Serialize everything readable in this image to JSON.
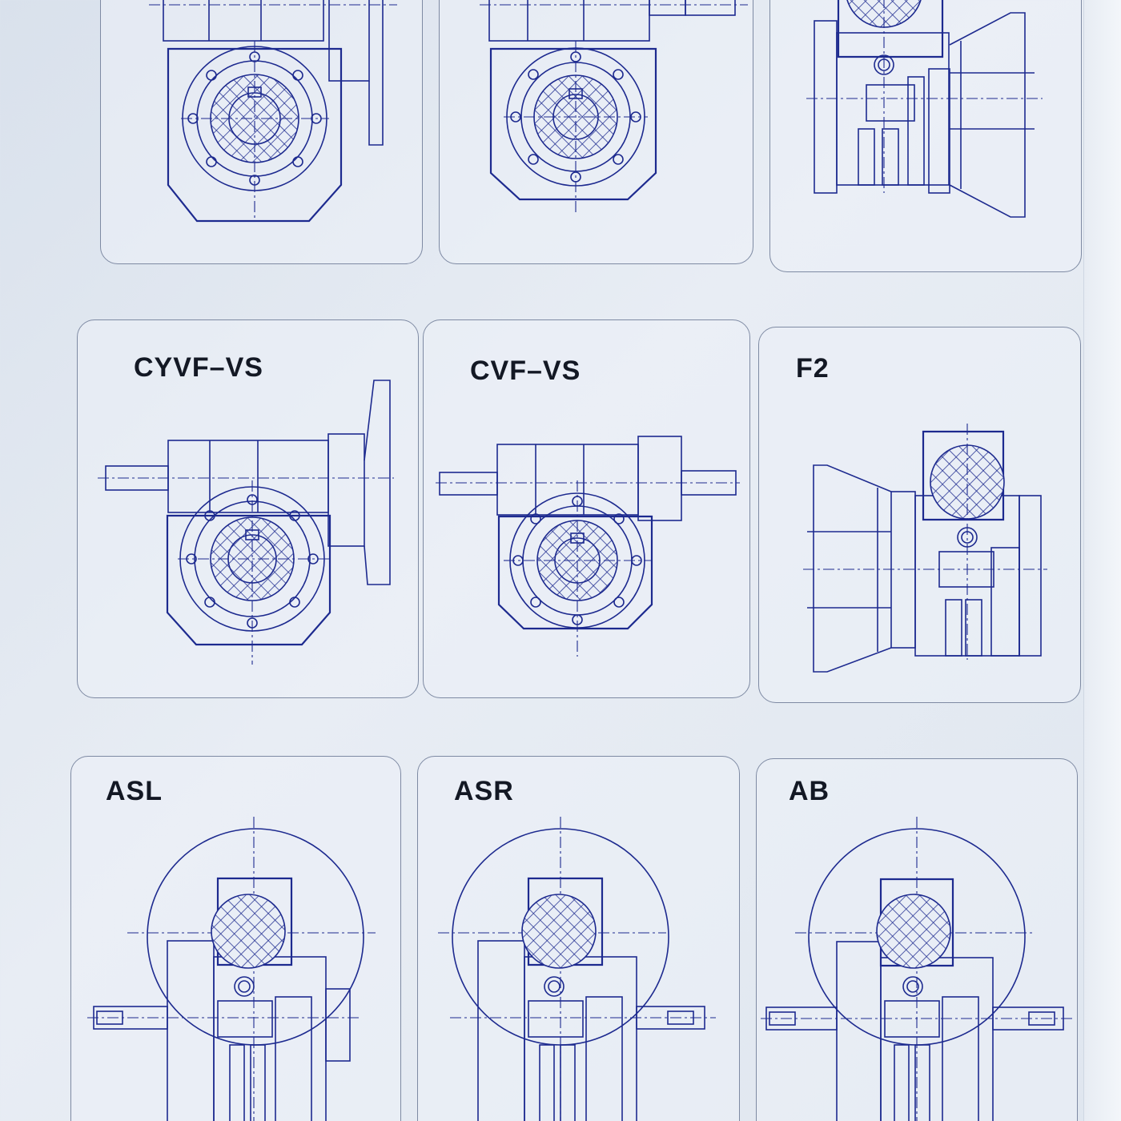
{
  "cards": [
    {
      "id": "top-left",
      "label": ""
    },
    {
      "id": "top-middle",
      "label": ""
    },
    {
      "id": "top-right",
      "label": ""
    },
    {
      "id": "cyvf-vs",
      "label": "CYVF–VS"
    },
    {
      "id": "cvf-vs",
      "label": "CVF–VS"
    },
    {
      "id": "f2",
      "label": "F2"
    },
    {
      "id": "asl",
      "label": "ASL"
    },
    {
      "id": "asr",
      "label": "ASR"
    },
    {
      "id": "ab",
      "label": "AB"
    }
  ]
}
